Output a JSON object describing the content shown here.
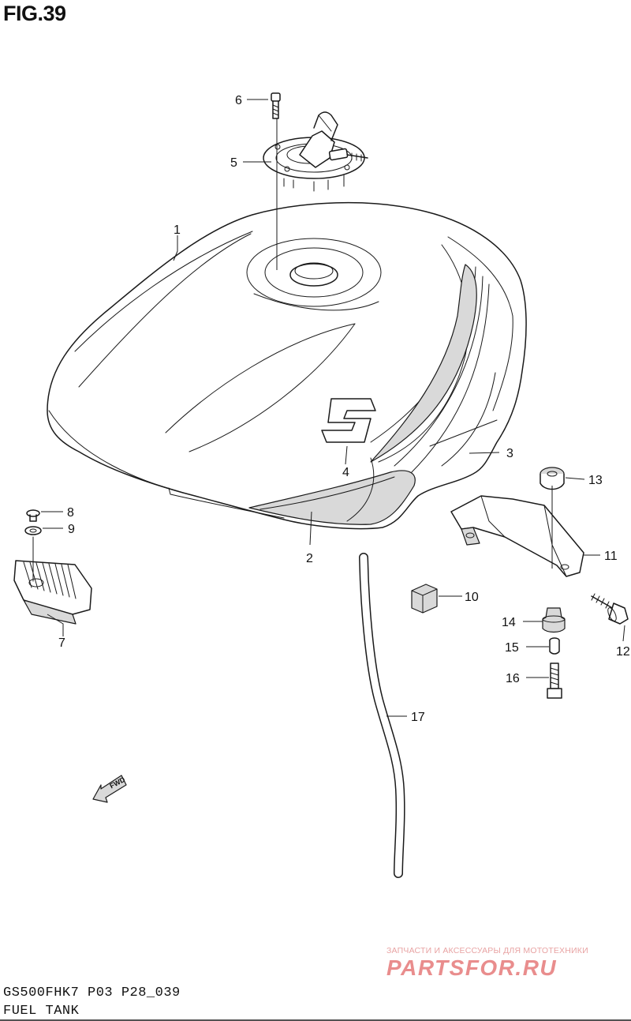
{
  "figure": {
    "title": "FIG.39"
  },
  "footer": {
    "model_code": "GS500FHK7  P03 P28_039",
    "section_name": "FUEL TANK"
  },
  "watermark": {
    "tagline": "ЗАПЧАСТИ И АКСЕССУАРЫ ДЛЯ МОТОТЕХНИКИ",
    "logo": "PARTSFOR.RU",
    "color": "#e98d8d"
  },
  "direction_marker": {
    "label": "FWD"
  },
  "callouts": [
    {
      "id": "1",
      "label": "1"
    },
    {
      "id": "2",
      "label": "2"
    },
    {
      "id": "3",
      "label": "3"
    },
    {
      "id": "4",
      "label": "4"
    },
    {
      "id": "5",
      "label": "5"
    },
    {
      "id": "6",
      "label": "6"
    },
    {
      "id": "7",
      "label": "7"
    },
    {
      "id": "8",
      "label": "8"
    },
    {
      "id": "9",
      "label": "9"
    },
    {
      "id": "10",
      "label": "10"
    },
    {
      "id": "11",
      "label": "11"
    },
    {
      "id": "12",
      "label": "12"
    },
    {
      "id": "13",
      "label": "13"
    },
    {
      "id": "14",
      "label": "14"
    },
    {
      "id": "15",
      "label": "15"
    },
    {
      "id": "16",
      "label": "16"
    },
    {
      "id": "17",
      "label": "17"
    }
  ]
}
